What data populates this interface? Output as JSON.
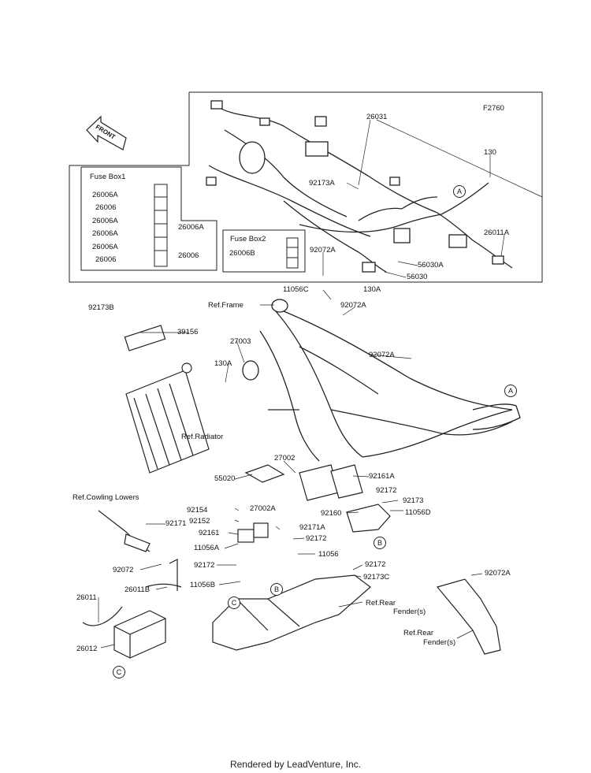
{
  "figure_code": "F2760",
  "fuse_box_1": {
    "title": "Fuse Box1",
    "left_labels": [
      "26006A",
      "26006",
      "26006A",
      "26006A",
      "26006A",
      "26006"
    ],
    "right_labels": [
      "26006A",
      "26006"
    ]
  },
  "fuse_box_2": {
    "title": "Fuse Box2",
    "label": "26006B"
  },
  "front_arrow": "FRONT",
  "part_labels": {
    "p26031": "26031",
    "p130": "130",
    "p92173A": "92173A",
    "p26011A": "26011A",
    "p92072A_top": "92072A",
    "p56030A": "56030A",
    "p56030": "56030",
    "p11056C": "11056C",
    "p130A_top": "130A",
    "p92072A_frame": "92072A",
    "p92072A_right": "92072A",
    "p92173B": "92173B",
    "p39156": "39156",
    "p27003": "27003",
    "p130A_left": "130A",
    "p27002": "27002",
    "p55020": "55020",
    "p92161A": "92161A",
    "p92172_a": "92172",
    "p92173": "92173",
    "p11056D": "11056D",
    "p92160": "92160",
    "p92154": "92154",
    "p92152": "92152",
    "p27002A": "27002A",
    "p92171": "92171",
    "p92161": "92161",
    "p92171A": "92171A",
    "p92172_b": "92172",
    "p11056A": "11056A",
    "p11056": "11056",
    "p92172_c": "92172",
    "p92172_d": "92172",
    "p92173C": "92173C",
    "p11056B": "11056B",
    "p92072": "92072",
    "p26011B": "26011B",
    "p26011": "26011",
    "p26012": "26012",
    "p92072A_fender": "92072A"
  },
  "references": {
    "frame": "Ref.Frame",
    "radiator": "Ref.Radiator",
    "cowling": "Ref.Cowling Lowers",
    "rear_fender_1a": "Ref.Rear",
    "rear_fender_1b": "Fender(s)",
    "rear_fender_2a": "Ref.Rear",
    "rear_fender_2b": "Fender(s)"
  },
  "callouts": {
    "A": "A",
    "B": "B",
    "C": "C"
  },
  "footer": "Rendered by LeadVenture, Inc."
}
